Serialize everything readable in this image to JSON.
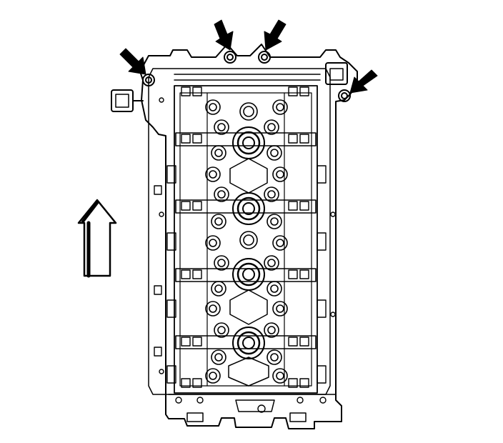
{
  "diagram": {
    "subject": "cylinder-head-top-view",
    "colors": {
      "ink": "#000000",
      "paper": "#ffffff"
    },
    "callout_arrows": [
      {
        "name": "callout-arrow-front-left-bolt",
        "target": "bolt-front-left"
      },
      {
        "name": "callout-arrow-front-center-left-bolt",
        "target": "bolt-front-center-left"
      },
      {
        "name": "callout-arrow-front-center-right-bolt",
        "target": "bolt-front-center-right"
      },
      {
        "name": "callout-arrow-front-right-bolt",
        "target": "bolt-front-right"
      }
    ],
    "direction_arrow": {
      "name": "front-direction-arrow",
      "points": "up"
    },
    "camshaft_journals": 4,
    "spark_plug_wells": 4
  }
}
